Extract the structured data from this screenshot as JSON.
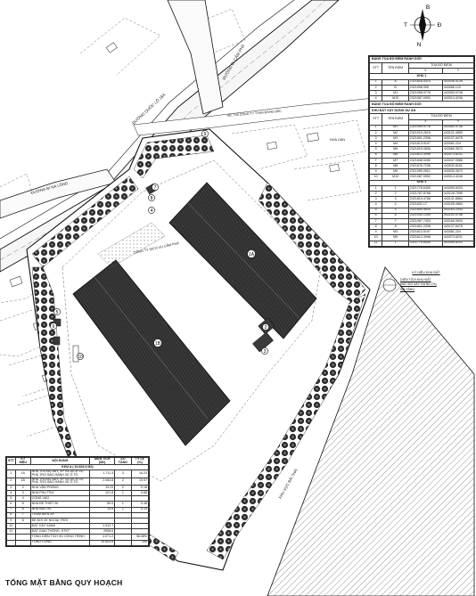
{
  "page_title": "TỔNG MẶT BẰNG QUY HOẠCH",
  "compass": {
    "north": "B",
    "south": "N",
    "west": "T",
    "east": "Đ"
  },
  "map_labels": {
    "road_main": "ĐƯỜNG QUỐC LỘ 18A",
    "road_branch": "ĐƯỜNG ĐI CẨM PHẢ",
    "road_local": "ĐƯỜNG ĐI NÀ LÔNG",
    "road_top": "SB. T40 CÔNG TY THAN ĐÔNG BẮC",
    "company_label": "CÔNG TY DỊCH VỤ CẨM PHẢ",
    "river_label": "KHU VỰC BÃI THẢI",
    "neighbor_label": "NHÀ DÂN",
    "zone_big_left": "1B",
    "zone_big_right": "1A",
    "markers": [
      "2",
      "3",
      "4",
      "5",
      "6",
      "7",
      "8",
      "9",
      "10"
    ]
  },
  "boundary_table": {
    "title_1": "BẢNG TỌA ĐỘ ĐIỂM RANH GIỚI",
    "col_stt": "STT",
    "col_name": "TÊN ĐIỂM",
    "col_coord": "TỌA ĐỘ ĐIỂM",
    "col_x": "X",
    "col_y": "Y",
    "zone1_label": "KHU 1",
    "zone1_rows": [
      [
        "1",
        "A",
        "2321818.5314",
        "443036.5139"
      ],
      [
        "2",
        "B",
        "2321998.395",
        "443066.123"
      ],
      [
        "3",
        "M1",
        "2321958.9778",
        "443063.9748"
      ],
      [
        "4",
        "M10",
        "2321987.0992",
        "443014.4246"
      ]
    ],
    "title_2": "BẢNG TỌA ĐỘ ĐIỂM RANH GIỚI",
    "title_2b": "KHU ĐẤT XÂY DỰNG DỰ ÁN",
    "zone2_rows": [
      [
        "1",
        "M1",
        "2321995.9778",
        "443063.9748"
      ],
      [
        "2",
        "M2",
        "2321919.2615",
        "443121.4659"
      ],
      [
        "3",
        "M3",
        "2321801.2398",
        "443137.8475"
      ],
      [
        "4",
        "M4",
        "2321813.5197",
        "443081.224"
      ],
      [
        "5",
        "M5",
        "2321819.0836",
        "443060.3572"
      ],
      [
        "6",
        "M6",
        "2321813.3098",
        "443073.8231"
      ],
      [
        "7",
        "M7",
        "2321848.0280",
        "443047.0586"
      ],
      [
        "8",
        "M8",
        "2321876.7236",
        "443030.8151"
      ],
      [
        "9",
        "M9",
        "2321959.2811",
        "443030.3572"
      ],
      [
        "10",
        "M10",
        "2321987.0992",
        "443014.4246"
      ]
    ],
    "zone3_label": "KHU 3",
    "zone3_rows": [
      [
        "1",
        "1",
        "2321776.6405",
        "443095.8203"
      ],
      [
        "2",
        "2",
        "2321787.8768",
        "443126.7596"
      ],
      [
        "3",
        "3",
        "2321813.4768",
        "443141.8884"
      ],
      [
        "4",
        "4",
        "2321832.17",
        "443155.0884"
      ],
      [
        "5",
        "5",
        "2321849.5834",
        "443163.2043"
      ],
      [
        "6",
        "6",
        "2321930.1349",
        "443192.0756"
      ],
      [
        "7",
        "7",
        "2321967.7403",
        "443166.0634"
      ],
      [
        "8",
        "8",
        "2321801.2398",
        "443137.8475"
      ],
      [
        "9",
        "M4",
        "2321813.5197",
        "443081.224"
      ],
      [
        "10",
        "M5",
        "2321813.3098",
        "443073.8231"
      ],
      [
        "11",
        "1",
        "2321776.6405",
        "443095.8203"
      ]
    ]
  },
  "legend": {
    "title": "KÝ HIỆU KHU ĐẤT",
    "line1": "DIỆN TÍCH KHU ĐẤT",
    "line2": "MẬT ĐỘ XÂY DỰNG (%)",
    "line3": "SỐ TẦNG"
  },
  "land_use_table": {
    "headers": [
      "STT",
      "KÝ HIỆU",
      "NỘI DUNG",
      "DIỆN TÍCH (M2)",
      "SỐ TẦNG",
      "TỶ LỆ (%)"
    ],
    "zone_row": "KHU A ( 10.603.9 M2)",
    "rows": [
      [
        "1",
        "1A",
        "NHÀ TRƯNG BÀY, XP VÀ DỊCH VỤ PHỤ TRỢ BẢO HÀNH XE Ô TÔ",
        "1.711.3",
        "3",
        "16.23"
      ],
      [
        "2",
        "1B",
        "NHÀ TRƯNG BÀY, XP VÀ DỊCH VỤ PHỤ TRỢ BẢO HÀNH XE Ô TÔ",
        "2.083.8",
        "2",
        "19.97"
      ],
      [
        "3",
        "2",
        "NHÀ VĂN PHÒNG",
        "19.23",
        "2",
        "0.18"
      ],
      [
        "4",
        "3",
        "NHÀ PHỤ TRỢ",
        "121.8",
        "1",
        "0.66"
      ],
      [
        "5",
        "4",
        "CỔNG VÀO",
        "",
        "",
        ""
      ],
      [
        "6",
        "5",
        "NHÀ ĐỂ THIẾT BỊ",
        "50.0",
        "1",
        "0.48"
      ],
      [
        "7",
        "6",
        "NHÀ BẢO VỆ",
        "14.8",
        "1",
        "0.14"
      ],
      [
        "8",
        "7",
        "TRẠM BIẾN ÁP",
        "",
        "",
        ""
      ],
      [
        "9",
        "8",
        "BỂ BƠI XE NGOẠI TRỜI",
        "",
        "",
        ""
      ],
      [
        "10",
        "",
        "ĐẤT CÂY XANH",
        "1.912.7",
        "",
        ""
      ],
      [
        "11",
        "",
        "ĐẤT GIAO THÔNG, HTKT",
        "2908.0",
        "",
        ""
      ],
      [
        "",
        "",
        "TỔNG DIỆN TÍCH XD CÔNG TRÌNH",
        "4.071.2",
        "",
        "38.46%"
      ],
      [
        "",
        "",
        "TỔNG CỘNG",
        "10.603.8",
        "",
        "100"
      ]
    ]
  },
  "colors": {
    "building_fill": "#2a2a2a",
    "tree_fill": "#3a3a3a",
    "hatch": "#555555",
    "line": "#111111",
    "background": "#ffffff"
  }
}
